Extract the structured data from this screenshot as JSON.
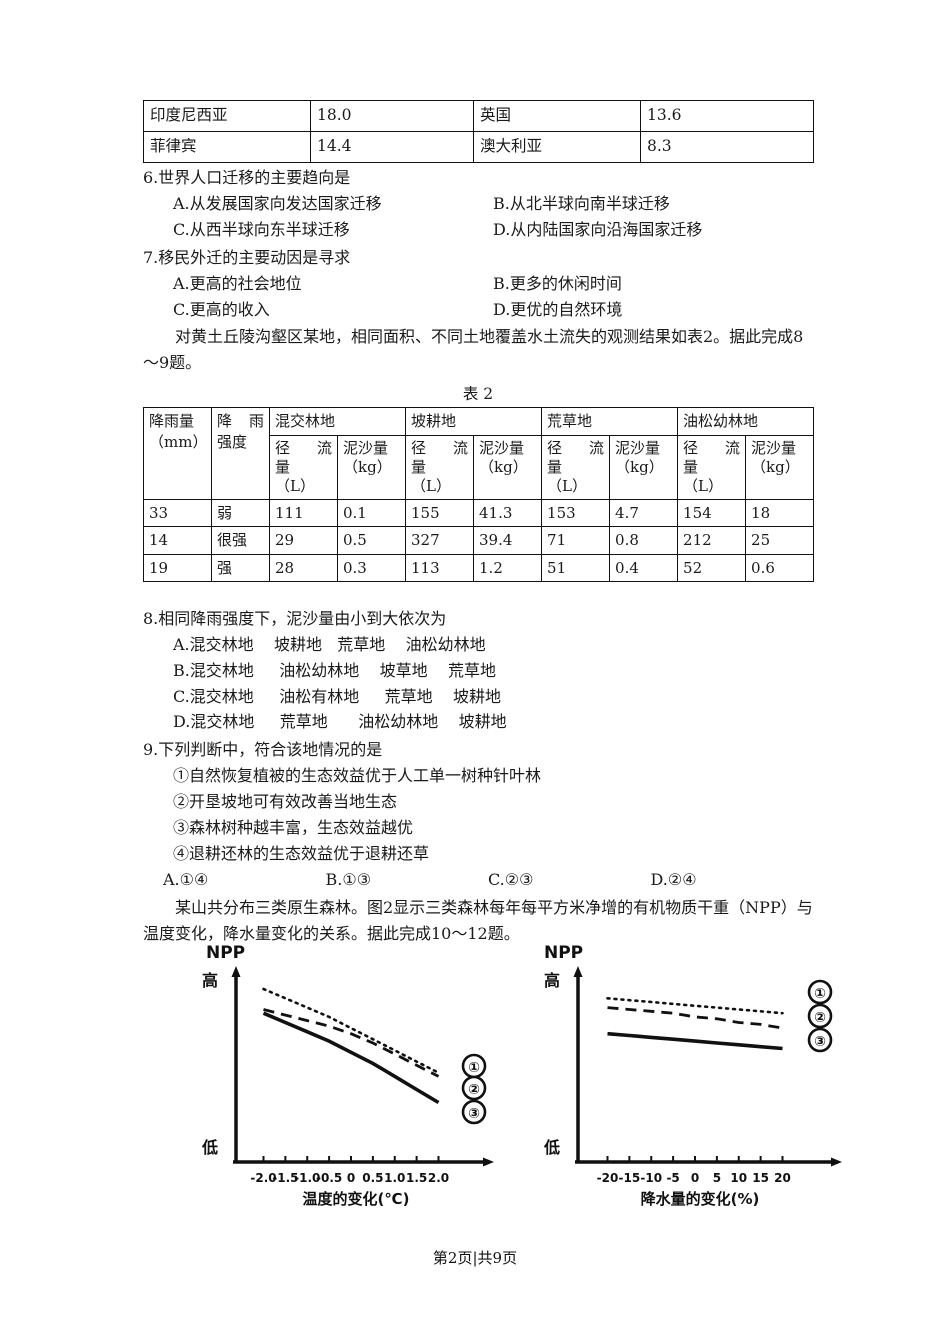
{
  "table1": {
    "rows": [
      {
        "country_a": "印度尼西亚",
        "value_a": "18.0",
        "country_b": "英国",
        "value_b": "13.6"
      },
      {
        "country_a": "菲律宾",
        "value_a": "14.4",
        "country_b": "澳大利亚",
        "value_b": "8.3"
      }
    ]
  },
  "q6": {
    "stem": "6.世界人口迁移的主要趋向是",
    "options": [
      "A.从发展国家向发达国家迁移",
      "B.从北半球向南半球迁移",
      "C.从西半球向东半球迁移",
      "D.从内陆国家向沿海国家迁移"
    ]
  },
  "q7": {
    "stem": "7.移民外迁的主要动因是寻求",
    "options": [
      "A.更高的社会地位",
      "B.更多的休闲时间",
      "C.更高的收入",
      "D.更优的自然环境"
    ]
  },
  "intro_table2": "对黄土丘陵沟壑区某地，相同面积、不同土地覆盖水土流失的观测结果如表2。据此完成8～9题。",
  "table2": {
    "caption": "表 2",
    "col_rain_amount": "降雨量",
    "col_rain_amount_unit": "（mm）",
    "col_rain_intensity_a": "降",
    "col_rain_intensity_b": "雨",
    "col_rain_intensity_c": "强度",
    "land_types": [
      "混交林地",
      "坡耕地",
      "荒草地",
      "油松幼林地"
    ],
    "sub_runoff_a": "径",
    "sub_runoff_b": "流",
    "sub_runoff_c": "量",
    "sub_runoff_unit": "（L）",
    "sub_sediment": "泥沙量",
    "sub_sediment_unit": "（kg）",
    "rows": [
      {
        "rain": "33",
        "intensity": "弱",
        "c1r": "111",
        "c1s": "0.1",
        "c2r": "155",
        "c2s": "41.3",
        "c3r": "153",
        "c3s": "4.7",
        "c4r": "154",
        "c4s": "18"
      },
      {
        "rain": "14",
        "intensity": "很强",
        "c1r": "29",
        "c1s": "0.5",
        "c2r": "327",
        "c2s": "39.4",
        "c3r": "71",
        "c3s": "0.8",
        "c4r": "212",
        "c4s": "25"
      },
      {
        "rain": "19",
        "intensity": "强",
        "c1r": "28",
        "c1s": "0.3",
        "c2r": "113",
        "c2s": "1.2",
        "c3r": "51",
        "c3s": "0.4",
        "c4r": "52",
        "c4s": "0.6"
      }
    ]
  },
  "q8": {
    "stem": "8.相同降雨强度下，泥沙量由小到大依次为",
    "options": [
      "A.混交林地    坡耕地   荒草地    油松幼林地",
      "B.混交林地     油松幼林地    坡草地    荒草地",
      "C.混交林地     油松有林地     荒草地    坡耕地",
      "D.混交林地     荒草地      油松幼林地    坡耕地"
    ]
  },
  "q9": {
    "stem": "9.下列判断中，符合该地情况的是",
    "items": [
      "①自然恢复植被的生态效益优于人工单一树种针叶林",
      "②开垦坡地可有效改善当地生态",
      "③森林树种越丰富，生态效益越优",
      "④退耕还林的生态效益优于退耕还草"
    ],
    "options": [
      "A.①④",
      "B.①③",
      "C.②③",
      "D.②④"
    ]
  },
  "intro_fig2": "某山共分布三类原生森林。图2显示三类森林每年每平方米净增的有机物质干重（NPP）与温度变化，降水量变化的关系。据此完成10～12题。",
  "chart_data": [
    {
      "type": "line",
      "title": "NPP",
      "xlabel": "温度的变化(℃)",
      "ylabel": "NPP",
      "y_high_label": "高",
      "y_low_label": "低",
      "xticks": [
        "-2.0",
        "-1.5",
        "-1.0",
        "-0.5",
        "0",
        "0.5",
        "1.0",
        "1.5",
        "2.0"
      ],
      "x": [
        -2.0,
        -1.5,
        -1.0,
        -0.5,
        0,
        0.5,
        1.0,
        1.5,
        2.0
      ],
      "xlim": [
        -2.4,
        2.4
      ],
      "ylim": [
        0,
        100
      ],
      "grid": false,
      "legend_position": "right-end",
      "series": [
        {
          "name": "①",
          "style": "dotted",
          "values": [
            93,
            88,
            83,
            78,
            72,
            66,
            60,
            54,
            48
          ]
        },
        {
          "name": "②",
          "style": "dashed",
          "values": [
            82,
            79,
            76,
            73,
            69,
            64,
            58,
            52,
            46
          ]
        },
        {
          "name": "③",
          "style": "solid",
          "values": [
            80,
            75,
            70,
            65,
            59,
            53,
            46,
            39,
            32
          ]
        }
      ]
    },
    {
      "type": "line",
      "title": "NPP",
      "xlabel": "降水量的变化(%)",
      "ylabel": "NPP",
      "y_high_label": "高",
      "y_low_label": "低",
      "xticks": [
        "-20",
        "-15",
        "-10",
        "-5",
        "0",
        "5",
        "10",
        "15",
        "20"
      ],
      "x": [
        -20,
        -15,
        -10,
        -5,
        0,
        5,
        10,
        15,
        20
      ],
      "xlim": [
        -24,
        24
      ],
      "ylim": [
        0,
        100
      ],
      "grid": false,
      "legend_position": "right-end",
      "series": [
        {
          "name": "①",
          "style": "dotted",
          "values": [
            88,
            87,
            86,
            85,
            84,
            83,
            82,
            81,
            80
          ]
        },
        {
          "name": "②",
          "style": "dashed",
          "values": [
            83,
            82,
            81,
            80,
            78,
            77,
            75,
            74,
            72
          ]
        },
        {
          "name": "③",
          "style": "solid",
          "values": [
            69,
            68,
            67,
            66,
            65,
            64,
            63,
            62,
            61
          ]
        }
      ]
    }
  ],
  "footer": "第2页|共9页"
}
